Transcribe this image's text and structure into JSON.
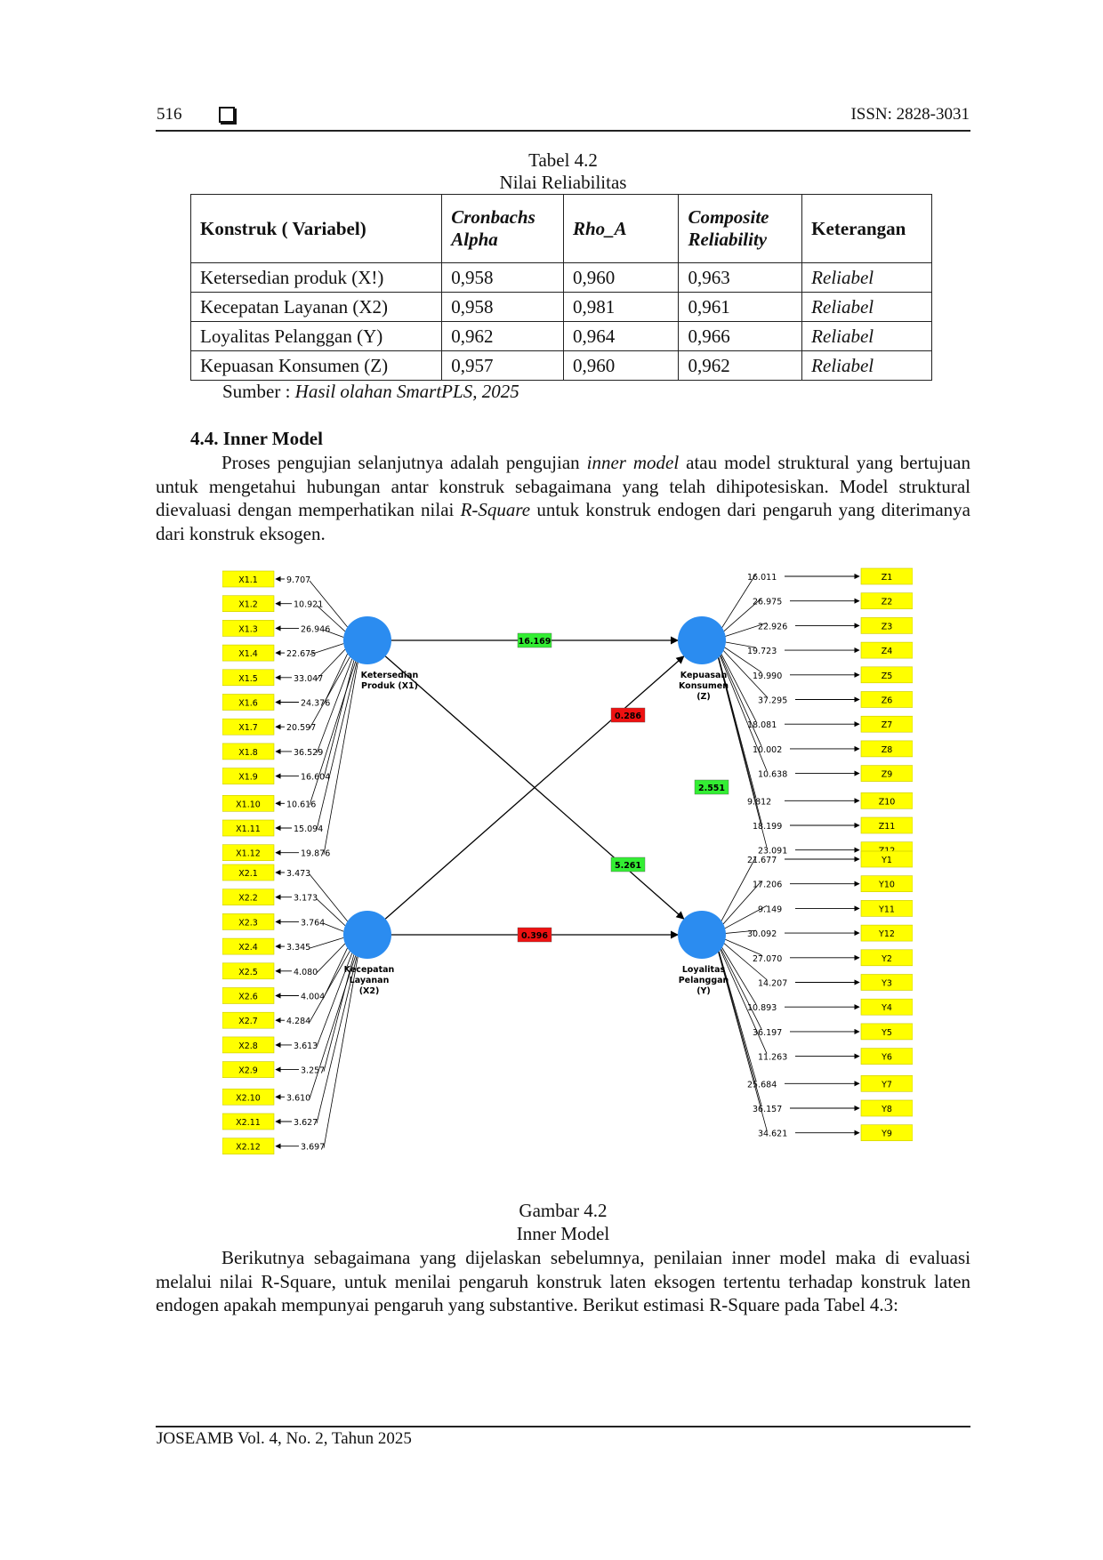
{
  "header": {
    "page_number": "516",
    "issn": "ISSN: 2828-3031"
  },
  "table": {
    "caption_line1": "Tabel 4.2",
    "caption_line2": "Nilai Reliabilitas",
    "headers": [
      "Konstruk ( Variabel)",
      "Cronbachs Alpha",
      "Rho_A",
      "Composite Reliability",
      "Keterangan"
    ],
    "rows": [
      [
        "Ketersedian produk (X!)",
        "0,958",
        "0,960",
        "0,963",
        "Reliabel"
      ],
      [
        "Kecepatan Layanan (X2)",
        "0,958",
        "0,981",
        "0,961",
        "Reliabel"
      ],
      [
        "Loyalitas Pelanggan (Y)",
        "0,962",
        "0,964",
        "0,966",
        "Reliabel"
      ],
      [
        "Kepuasan Konsumen (Z)",
        "0,957",
        "0,960",
        "0,962",
        "Reliabel"
      ]
    ],
    "source_label": "Sumber : ",
    "source_text": "Hasil olahan SmartPLS, 2025"
  },
  "section": {
    "title": "4.4.  Inner Model",
    "p1_a": "Proses pengujian selanjutnya adalah pengujian ",
    "p1_b": "inner model",
    "p1_c": " atau model struktural yang bertujuan untuk mengetahui hubungan antar konstruk sebagaimana yang telah dihipotesiskan. Model struktural dievaluasi dengan memperhatikan nilai ",
    "p1_d": "R-Square",
    "p1_e": " untuk konstruk endogen dari pengaruh yang diterimanya dari konstruk eksogen."
  },
  "figure": {
    "caption_line1": "Gambar 4.2",
    "caption_line2": "Inner Model",
    "colors": {
      "indicator": "#ffff00",
      "construct": "#2b8cf0",
      "positive": "#33ee33",
      "negative": "#ee1111"
    },
    "constructs": {
      "x1": [
        "Ketersedian",
        "Produk (X1)"
      ],
      "x2": [
        "Kecepatan",
        "Layanan",
        "(X2)"
      ],
      "z": [
        "Kepuasan",
        "Konsumen",
        "(Z)"
      ],
      "y": [
        "Loyalitas",
        "Pelanggan",
        "(Y)"
      ]
    },
    "x1_indicators": [
      {
        "label": "X1.1",
        "value": "9.707"
      },
      {
        "label": "X1.2",
        "value": "10.921"
      },
      {
        "label": "X1.3",
        "value": "26.946"
      },
      {
        "label": "X1.4",
        "value": "22.675"
      },
      {
        "label": "X1.5",
        "value": "33.047"
      },
      {
        "label": "X1.6",
        "value": "24.376"
      },
      {
        "label": "X1.7",
        "value": "20.597"
      },
      {
        "label": "X1.8",
        "value": "36.529"
      },
      {
        "label": "X1.9",
        "value": "16.604"
      },
      {
        "label": "X1.10",
        "value": "10.616"
      },
      {
        "label": "X1.11",
        "value": "15.094"
      },
      {
        "label": "X1.12",
        "value": "19.876"
      }
    ],
    "x2_indicators": [
      {
        "label": "X2.1",
        "value": "3.473"
      },
      {
        "label": "X2.2",
        "value": "3.173"
      },
      {
        "label": "X2.3",
        "value": "3.764"
      },
      {
        "label": "X2.4",
        "value": "3.345"
      },
      {
        "label": "X2.5",
        "value": "4.080"
      },
      {
        "label": "X2.6",
        "value": "4.004"
      },
      {
        "label": "X2.7",
        "value": "4.284"
      },
      {
        "label": "X2.8",
        "value": "3.613"
      },
      {
        "label": "X2.9",
        "value": "3.257"
      },
      {
        "label": "X2.10",
        "value": "3.610"
      },
      {
        "label": "X2.11",
        "value": "3.627"
      },
      {
        "label": "X2.12",
        "value": "3.697"
      }
    ],
    "z_indicators": [
      {
        "label": "Z1",
        "value": "16.011"
      },
      {
        "label": "Z2",
        "value": "26.975"
      },
      {
        "label": "Z3",
        "value": "22.926"
      },
      {
        "label": "Z4",
        "value": "19.723"
      },
      {
        "label": "Z5",
        "value": "19.990"
      },
      {
        "label": "Z6",
        "value": "37.295"
      },
      {
        "label": "Z7",
        "value": "18.081"
      },
      {
        "label": "Z8",
        "value": "10.002"
      },
      {
        "label": "Z9",
        "value": "10.638"
      },
      {
        "label": "Z10",
        "value": "9.812"
      },
      {
        "label": "Z11",
        "value": "18.199"
      },
      {
        "label": "Z12",
        "value": "23.091"
      }
    ],
    "y_indicators": [
      {
        "label": "Y1",
        "value": "21.677"
      },
      {
        "label": "Y10",
        "value": "17.206"
      },
      {
        "label": "Y11",
        "value": "9.149"
      },
      {
        "label": "Y12",
        "value": "30.092"
      },
      {
        "label": "Y2",
        "value": "27.070"
      },
      {
        "label": "Y3",
        "value": "14.207"
      },
      {
        "label": "Y4",
        "value": "10.893"
      },
      {
        "label": "Y5",
        "value": "36.197"
      },
      {
        "label": "Y6",
        "value": "11.263"
      },
      {
        "label": "Y7",
        "value": "25.684"
      },
      {
        "label": "Y8",
        "value": "36.157"
      },
      {
        "label": "Y9",
        "value": "34.621"
      }
    ],
    "paths": [
      {
        "from": "x1",
        "to": "z",
        "value": "16.169",
        "sign": "positive"
      },
      {
        "from": "x1",
        "to": "y",
        "value": "5.261",
        "sign": "positive"
      },
      {
        "from": "x2",
        "to": "z",
        "value": "0.286",
        "sign": "negative"
      },
      {
        "from": "x2",
        "to": "y",
        "value": "0.396",
        "sign": "negative"
      },
      {
        "from": "z",
        "to": "y",
        "value": "2.551",
        "sign": "positive"
      }
    ]
  },
  "paragraph2": {
    "text": "Berikutnya sebagaimana yang dijelaskan sebelumnya, penilaian inner model maka di evaluasi melalui nilai R-Square, untuk menilai pengaruh konstruk laten eksogen tertentu terhadap konstruk laten endogen apakah mempunyai pengaruh yang substantive. Berikut estimasi R-Square pada Tabel 4.3:"
  },
  "footer": {
    "text": "JOSEAMB Vol. 4, No. 2, Tahun 2025"
  }
}
